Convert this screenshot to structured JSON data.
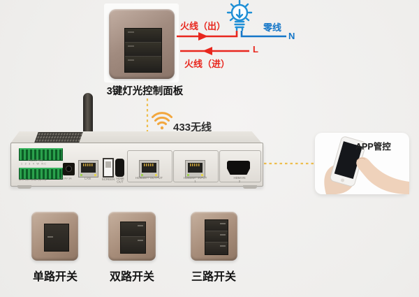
{
  "panel3": {
    "label": "3键灯光控制面板"
  },
  "wiring": {
    "live_out_label": "火线（出）",
    "neutral_label": "零线",
    "n_terminal": "N",
    "live_in_label": "火线（进）",
    "l_terminal": "L",
    "live_color": "#e8271e",
    "neutral_color": "#1576c8",
    "bulb_color": "#1e8fd6"
  },
  "wireless": {
    "label": "433无线",
    "icon_color": "#f2a73e",
    "dash_color": "#edbe4e"
  },
  "controller": {
    "labels": {
      "rs": "RS(232/485)",
      "rs_pins": "1  2  3  4  W  NC",
      "audio": "SPK OUT  LINE OUT  IN",
      "dc": "DC24V 3A",
      "lan": "LAN",
      "screen": "SCREEN",
      "hdmi_out": "HDMI OUT",
      "hdbaset_out": "HDBaseT OUTPUT",
      "hdbaset_in": "HDBaseT INPUT",
      "hdbaset_in_num": "1",
      "hdmi_in": "HDMI IN",
      "hdmi_in_num": "2"
    }
  },
  "app": {
    "label": "APP管控"
  },
  "switches": [
    {
      "label": "单路开关",
      "buttons": 1
    },
    {
      "label": "双路开关",
      "buttons": 2
    },
    {
      "label": "三路开关",
      "buttons": 3
    }
  ]
}
